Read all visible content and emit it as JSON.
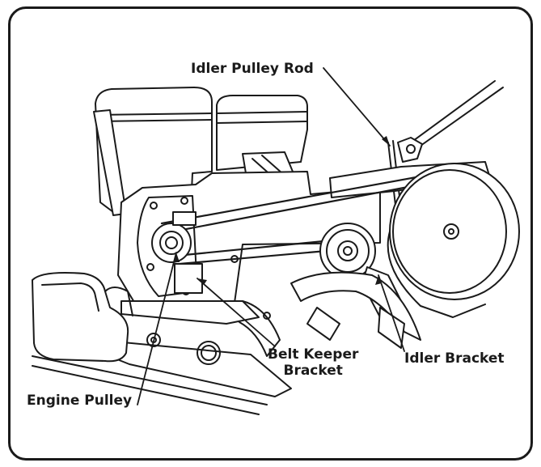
{
  "labels": {
    "idler_pulley_rod": "Idler Pulley Rod",
    "belt_keeper_line1": "Belt Keeper",
    "belt_keeper_line2": "Bracket",
    "idler_bracket": "Idler Bracket",
    "engine_pulley": "Engine Pulley"
  },
  "colors": {
    "line": "#1a1a1a",
    "background": "#ffffff"
  }
}
